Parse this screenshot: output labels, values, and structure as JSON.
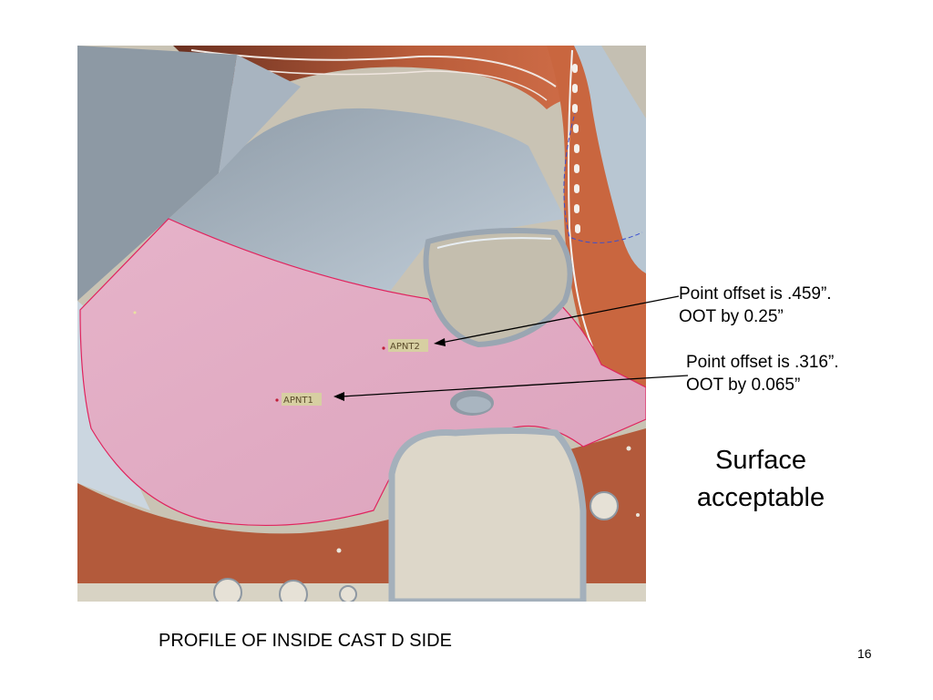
{
  "callouts": [
    {
      "line1": "Point offset is .459”.",
      "line2": "OOT by 0.25”"
    },
    {
      "line1": "Point offset is .316”.",
      "line2": "OOT by 0.065”"
    }
  ],
  "summary": {
    "line1": "Surface",
    "line2": "acceptable"
  },
  "caption": "PROFILE OF INSIDE CAST D SIDE",
  "page_number": "16",
  "point_labels": {
    "apnt2": "APNT2",
    "apnt1": "APNT1"
  },
  "colors": {
    "pink_surface": "#e4aec6",
    "copper": "#b45a3c",
    "steel": "#a9b7c4",
    "cutout": "#ddd7c9",
    "edge_red": "#e0245e",
    "arrow": "#000000"
  }
}
